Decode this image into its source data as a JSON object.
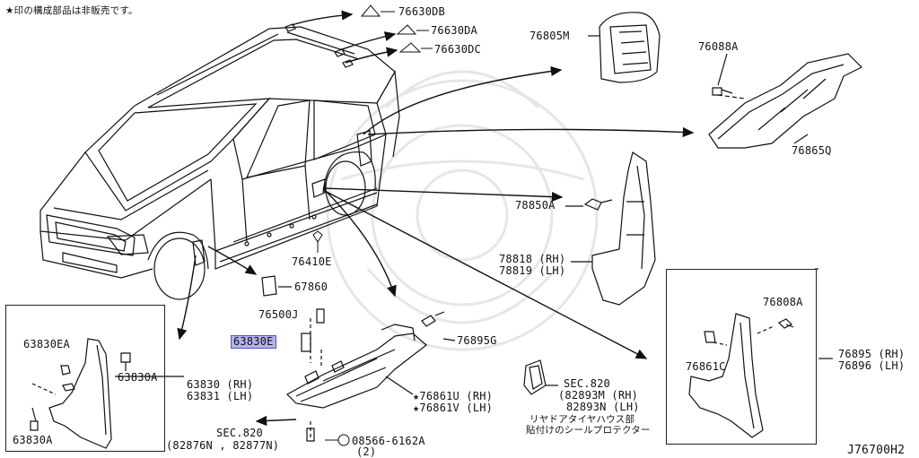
{
  "note": "★印の構成部品は非販売です。",
  "diagram_id": "J76700H2",
  "parts": {
    "p76630DB": "76630DB",
    "p76630DA": "76630DA",
    "p76630DC": "76630DC",
    "p76805M": "76805M",
    "p76088A": "76088A",
    "p76865Q": "76865Q",
    "p78850A": "78850A",
    "p78818": "78818 (RH)",
    "p78819": "78819 (LH)",
    "p76410E": "76410E",
    "p67860": "67860",
    "p76500J": "76500J",
    "p63830E": "63830E",
    "p76895G": "76895G",
    "p63830EA": "63830EA",
    "p63830A_top": "63830A",
    "p63830A_bot": "63830A",
    "p63830": "63830 (RH)",
    "p63831": "63831 (LH)",
    "p76861U": "★76861U (RH)",
    "p76861V": "★76861V (LH)",
    "sec820_left": "SEC.820",
    "sec820_left_parts": "(82876N , 82877N)",
    "screw": "08566-6162A",
    "screw_qty": "(2)",
    "sec820_right": "SEC.820",
    "p82893M": "(82893M (RH)",
    "p82893N": "82893N (LH)",
    "jp_desc1": "リヤドアタイヤハウス部",
    "jp_desc2": "貼付けのシールプロテクター",
    "p76808A": "76808A",
    "p76861C": "76861C",
    "p76895": "76895 (RH)",
    "p76896": "76896 (LH)"
  }
}
